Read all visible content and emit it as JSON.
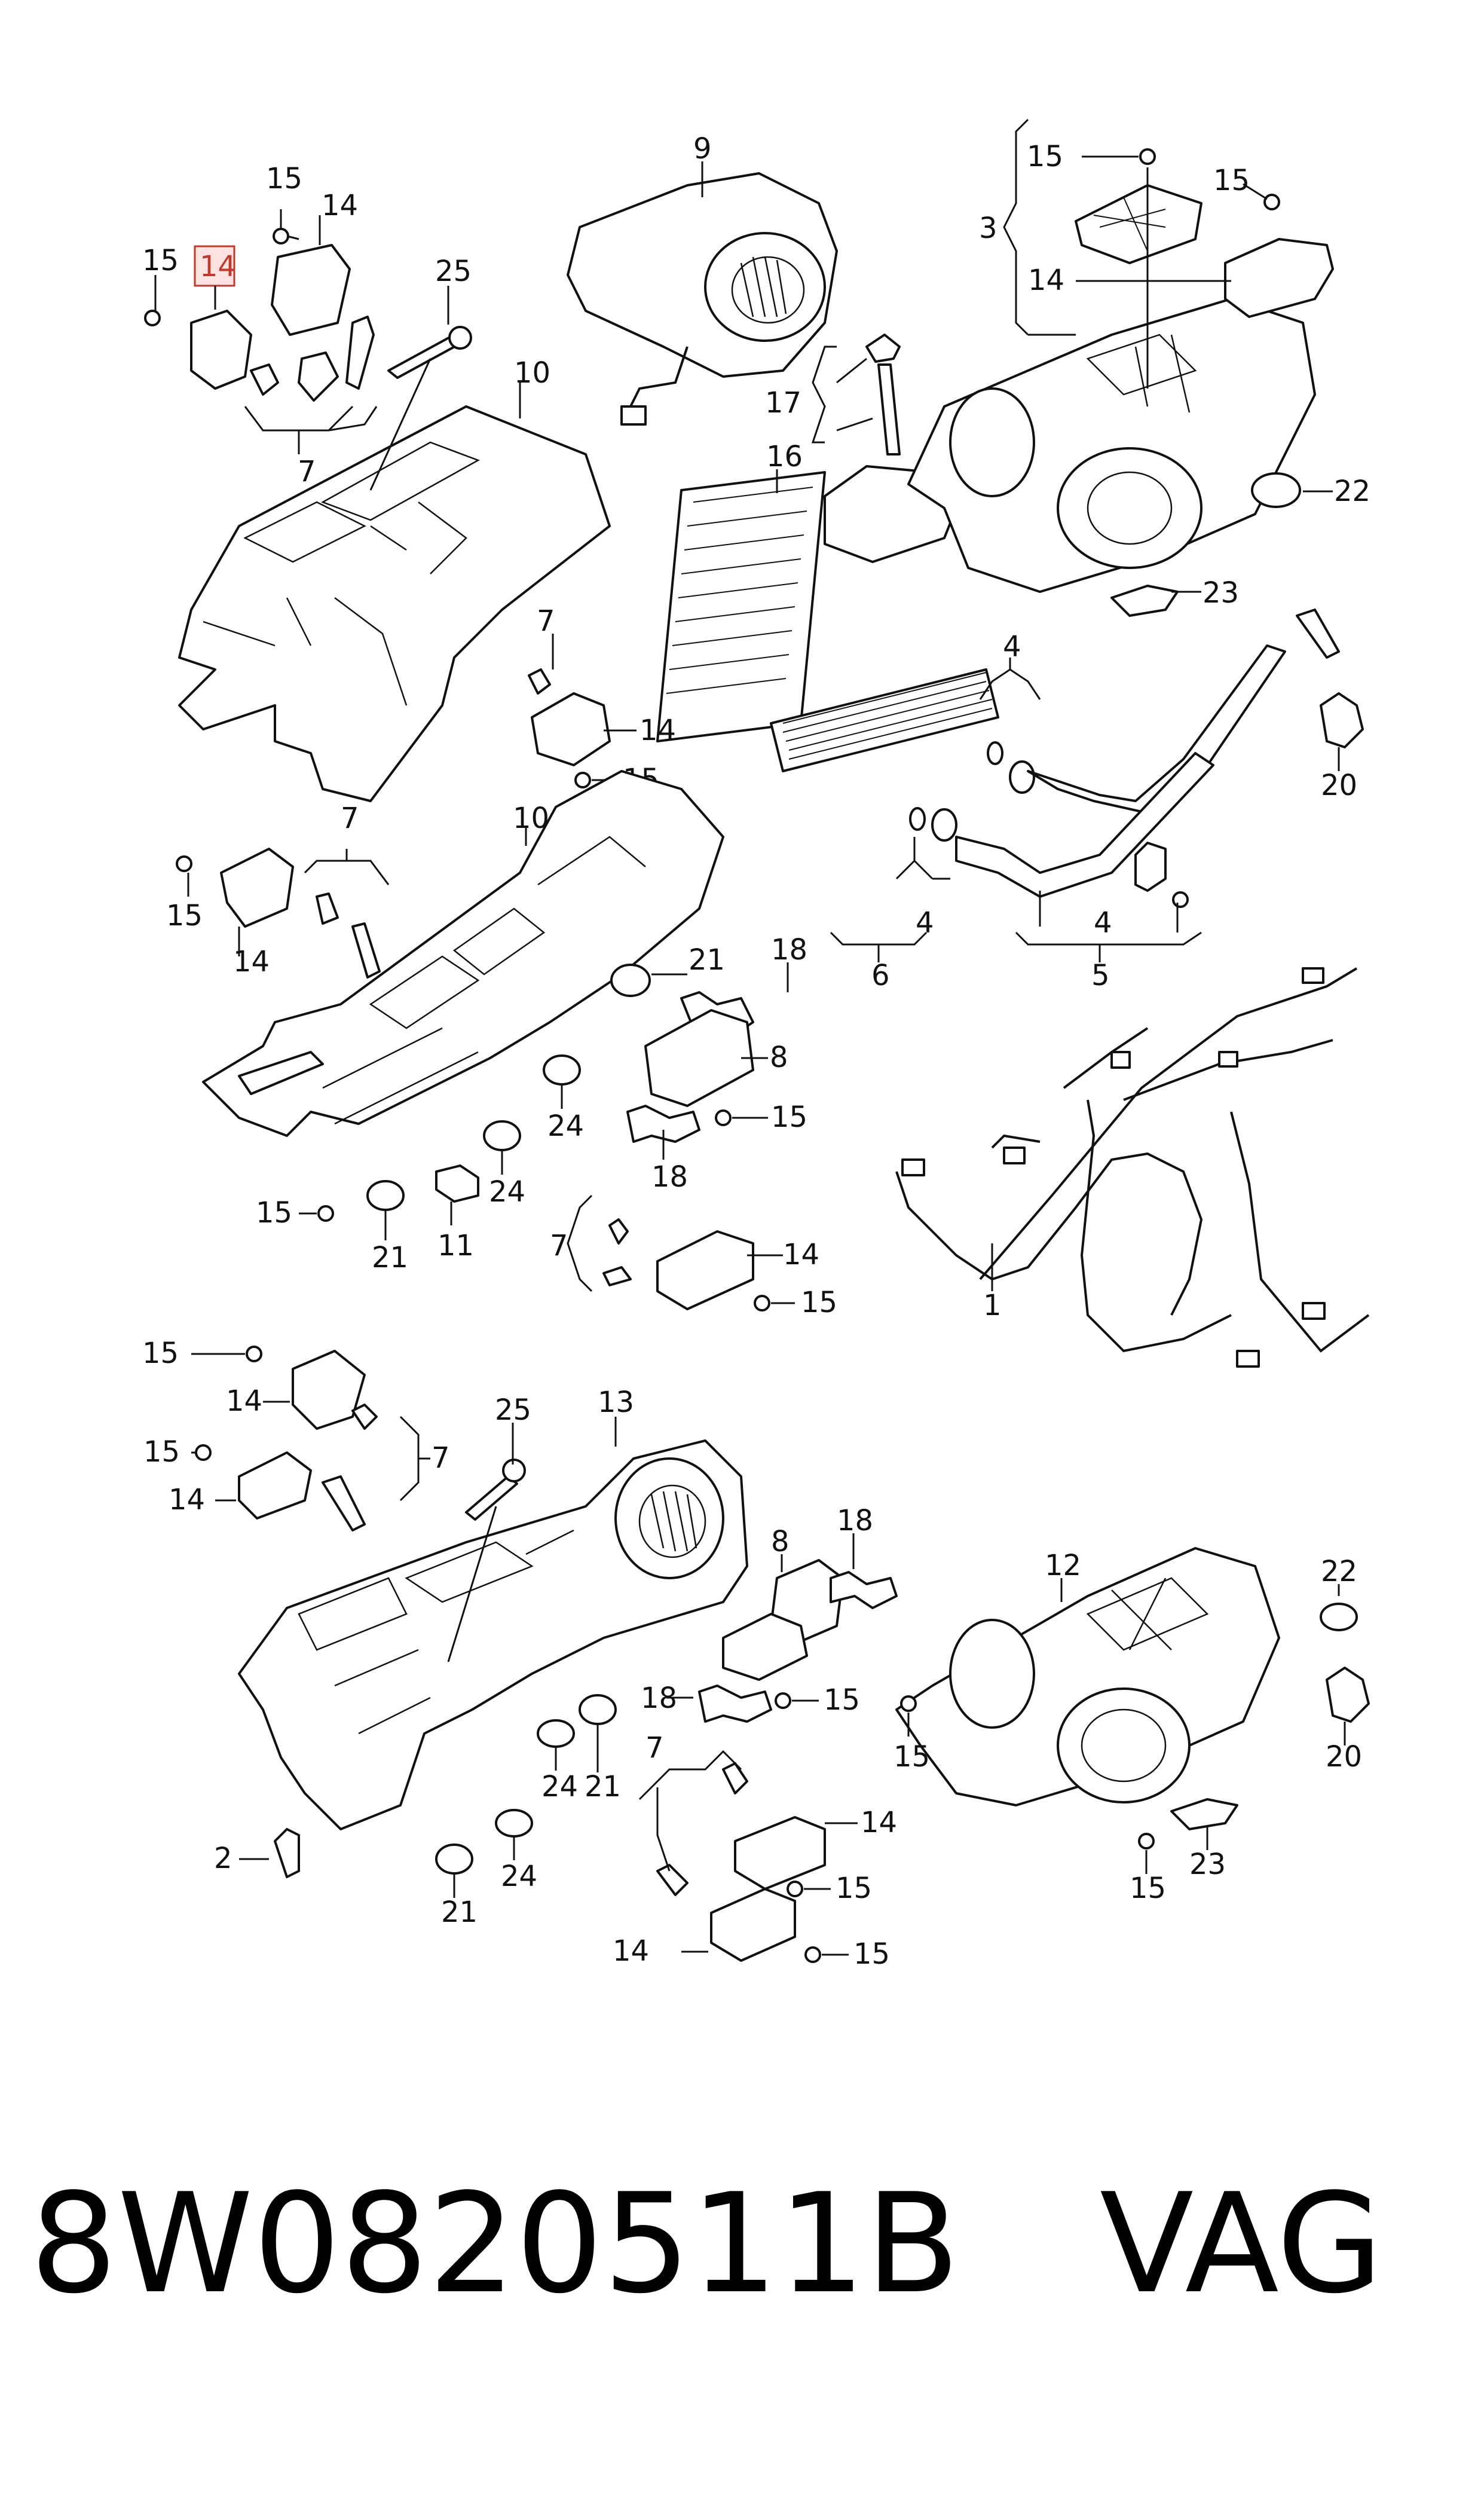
{
  "labels": {
    "l15a": "15",
    "l14hl": "14",
    "l15b": "15",
    "l14a": "14",
    "l25a": "25",
    "l7a": "7",
    "l10a": "10",
    "l9": "9",
    "l17": "17",
    "l16": "16",
    "l15c": "15",
    "l15d": "15",
    "l3": "3",
    "l14b": "14",
    "l22a": "22",
    "l23a": "23",
    "l7b": "7",
    "l14c": "14",
    "l15e": "15",
    "l4a": "4",
    "l20a": "20",
    "l4b": "4",
    "l6": "6",
    "l4c": "4",
    "l5": "5",
    "l15f": "15",
    "l14d": "14",
    "l7c": "7",
    "l10b": "10",
    "l21a": "21",
    "l18a": "18",
    "l8a": "8",
    "l15g": "15",
    "l24a": "24",
    "l18b": "18",
    "l24b": "24",
    "l15h": "15",
    "l11": "11",
    "l21b": "21",
    "l7d": "7",
    "l14e": "14",
    "l15i": "15",
    "l1": "1",
    "l15j": "15",
    "l14f": "14",
    "l15k": "15",
    "l14g": "14",
    "l7e": "7",
    "l25b": "25",
    "l13": "13",
    "l8b": "8",
    "l18c": "18",
    "l12": "12",
    "l22b": "22",
    "l18d": "18",
    "l15l": "15",
    "l15m": "15",
    "l20b": "20",
    "l24c": "24",
    "l21c": "21",
    "l7f": "7",
    "l14h": "14",
    "l2": "2",
    "l15n": "15",
    "l23b": "23",
    "l15o": "15",
    "l21d": "21",
    "l24d": "24",
    "l14i": "14",
    "l15p": "15"
  },
  "footer": {
    "part_number": "8W0820511B",
    "brand": "VAG"
  },
  "highlight_color": "#c0392b"
}
